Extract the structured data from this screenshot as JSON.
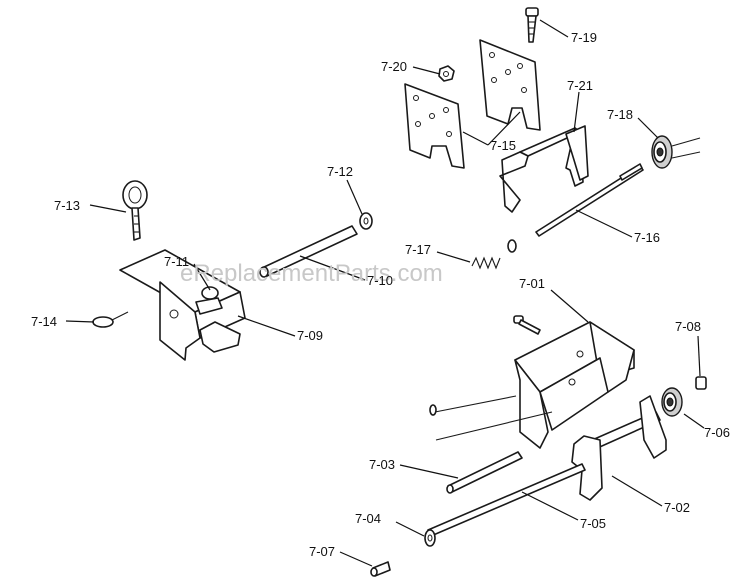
{
  "watermark": "eReplacementParts.com",
  "callouts": {
    "c719": "7-19",
    "c720": "7-20",
    "c715": "7-15",
    "c721": "7-21",
    "c718": "7-18",
    "c716": "7-16",
    "c717": "7-17",
    "c712": "7-12",
    "c713": "7-13",
    "c711": "7-11",
    "c710": "7-10",
    "c714": "7-14",
    "c709": "7-09",
    "c701": "7-01",
    "c708": "7-08",
    "c706": "7-06",
    "c703": "7-03",
    "c702": "7-02",
    "c704": "7-04",
    "c705": "7-05",
    "c707": "7-07"
  }
}
